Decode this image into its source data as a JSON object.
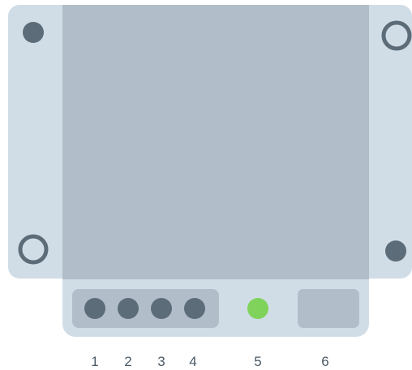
{
  "colors": {
    "mounting_plate": "#d1dde6",
    "housing": "#b1bec9",
    "front_panel": "#d1dde6",
    "port_bay": "#b1bec9",
    "port": "#5c6c78",
    "screw_hole": "#5c6c78",
    "led": "#7fd35a",
    "label": "#4b5a66"
  },
  "ports": [
    {
      "label": "1",
      "kind": "port"
    },
    {
      "label": "2",
      "kind": "port"
    },
    {
      "label": "3",
      "kind": "port"
    },
    {
      "label": "4",
      "kind": "port"
    },
    {
      "label": "5",
      "kind": "led"
    },
    {
      "label": "6",
      "kind": "slot"
    }
  ]
}
